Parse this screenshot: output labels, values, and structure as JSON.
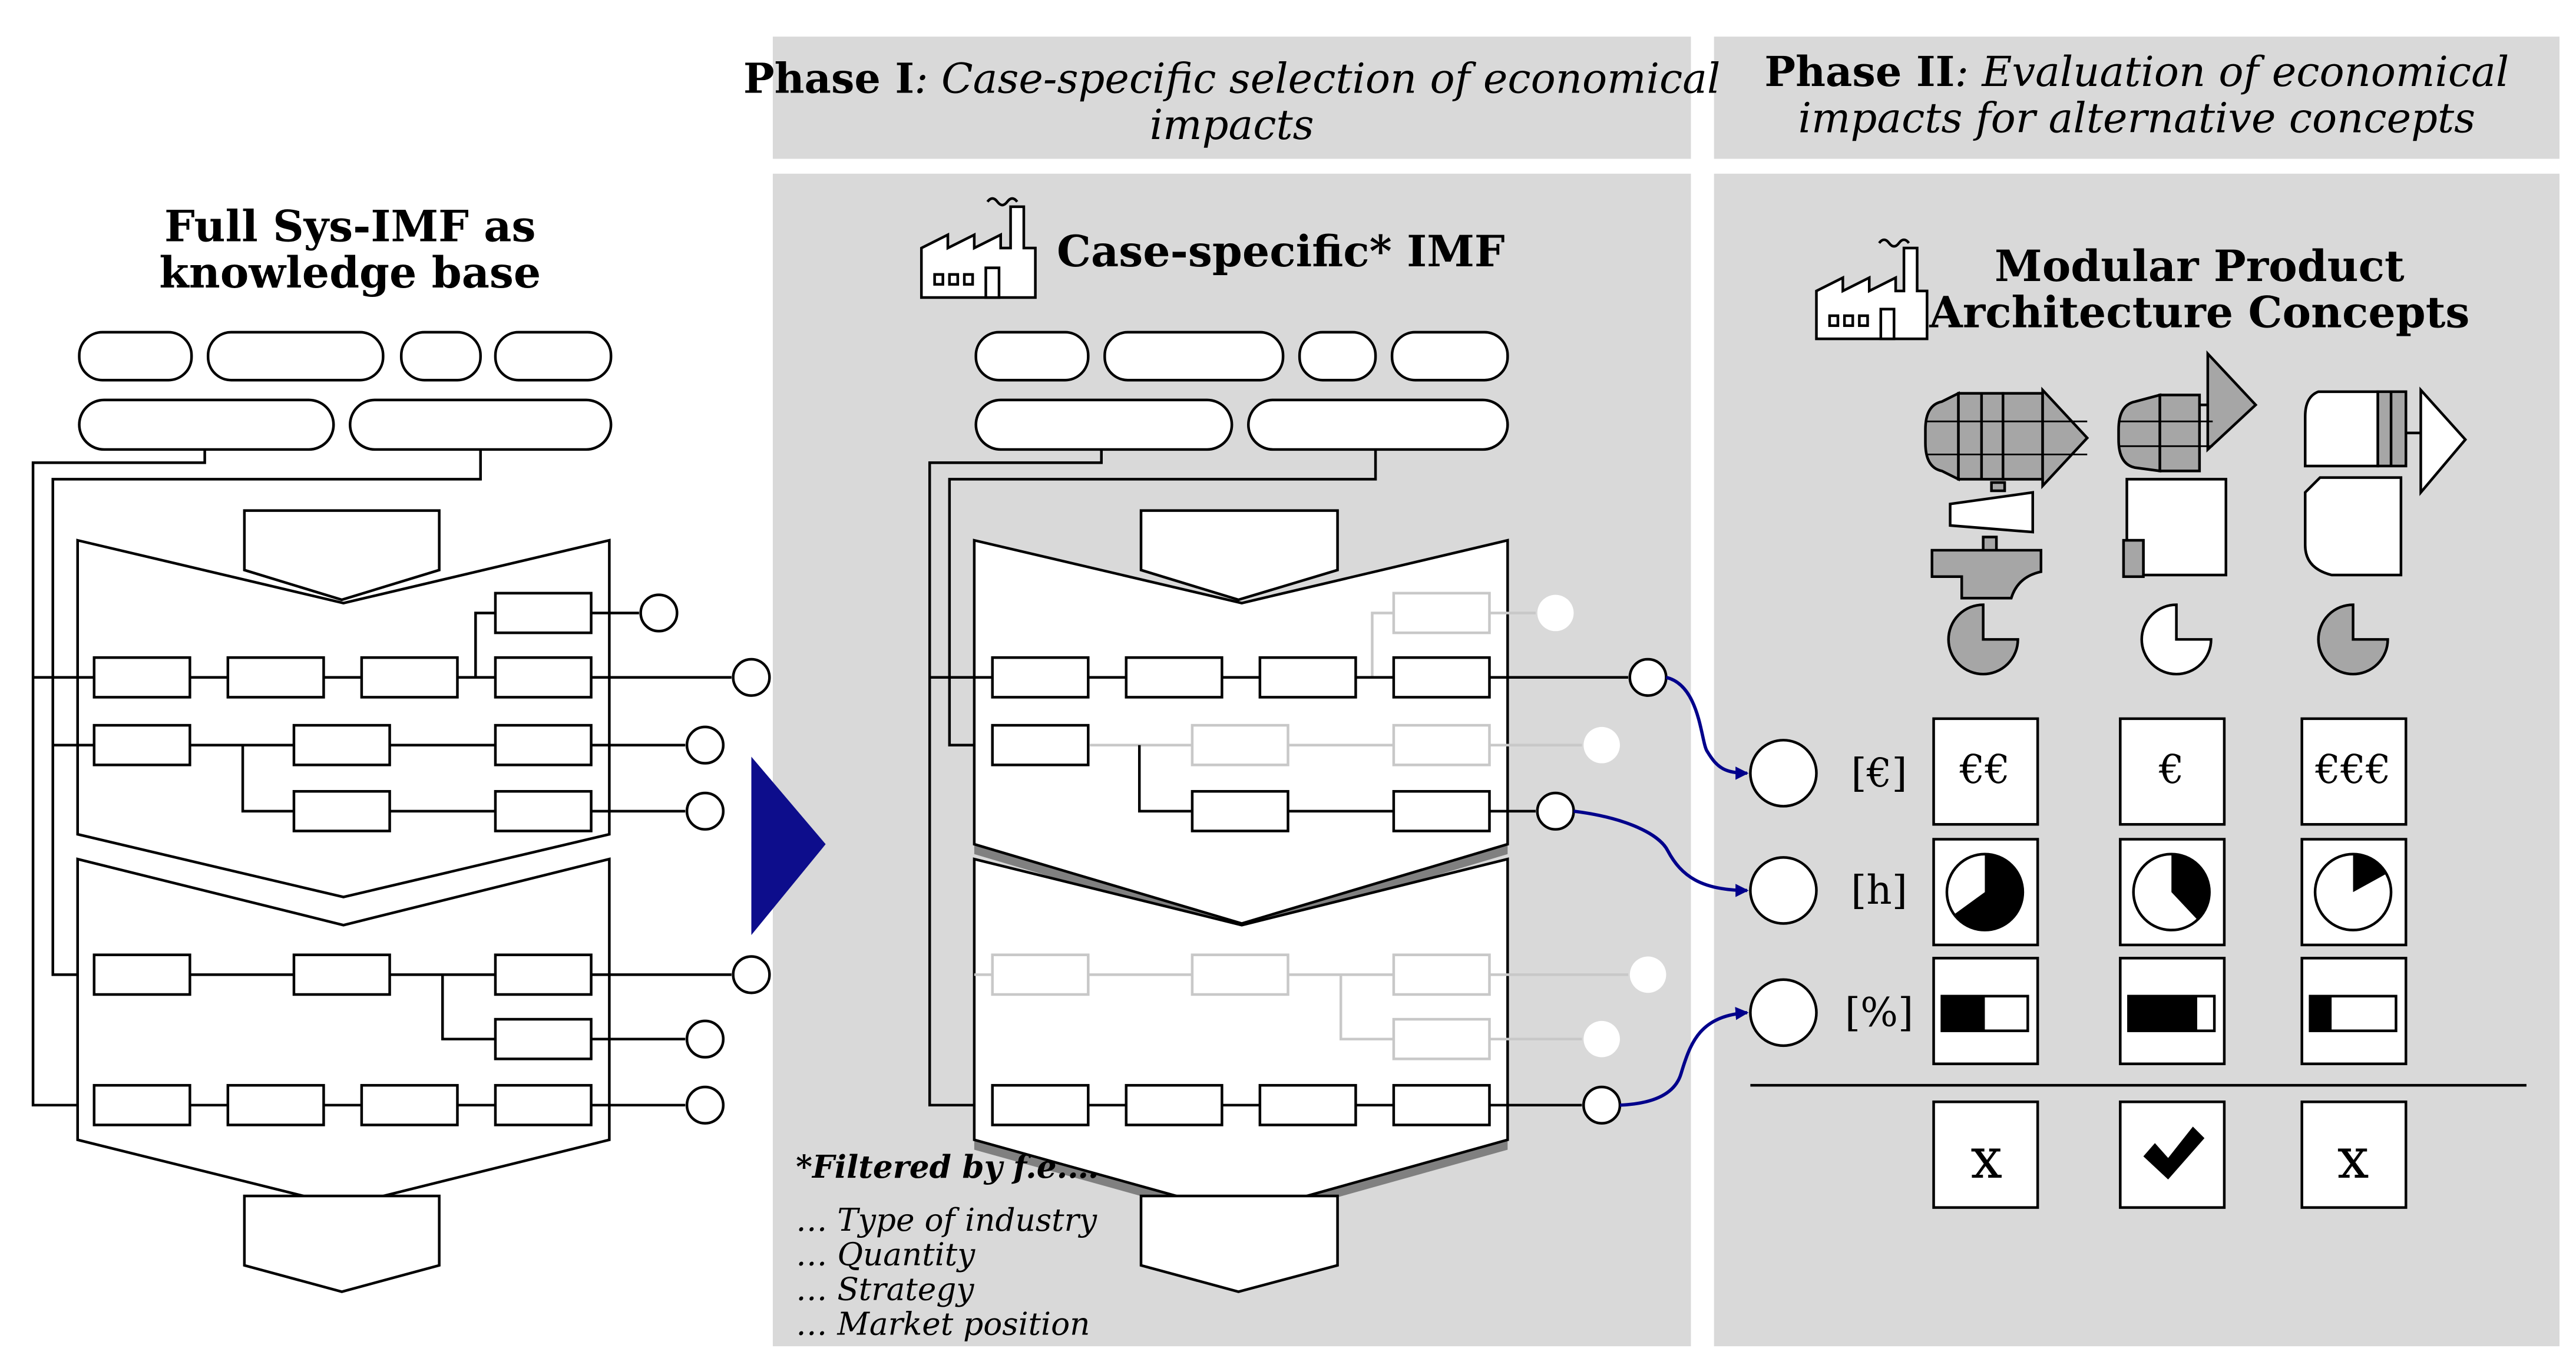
{
  "left": {
    "title_line1": "Full Sys-IMF as",
    "title_line2": "knowledge base"
  },
  "phase1": {
    "header_bold": "Phase I",
    "header_line1_rest": ": Case-specific selection of economical",
    "header_line2": "impacts",
    "panel_title": "Case-specific* IMF",
    "footnote_title": "*Filtered by f.e.…",
    "footnote_items": [
      "… Type of industry",
      "… Quantity",
      "… Strategy",
      "… Market position"
    ]
  },
  "phase2": {
    "header_bold": "Phase II",
    "header_line1_rest": ": Evaluation of economical",
    "header_line2": "impacts for alternative concepts",
    "panel_title_line1": "Modular Product",
    "panel_title_line2": "Architecture Concepts",
    "metrics": [
      {
        "label": "[€]",
        "concept_values": [
          "€€",
          "€",
          "€€€"
        ]
      },
      {
        "label": "[h]",
        "concept_pie_fractions": [
          0.65,
          0.38,
          0.17
        ]
      },
      {
        "label": "[%]",
        "concept_bar_fractions": [
          0.5,
          0.8,
          0.25
        ]
      }
    ],
    "decisions": [
      "x",
      "check",
      "x"
    ]
  },
  "colors": {
    "panel_gray": "#d9d9d9",
    "arrow_navy": "#0d0d8c",
    "connector_blue": "#00008b",
    "faded_gray": "#c8c8c8",
    "part_gray": "#a6a6a6"
  }
}
